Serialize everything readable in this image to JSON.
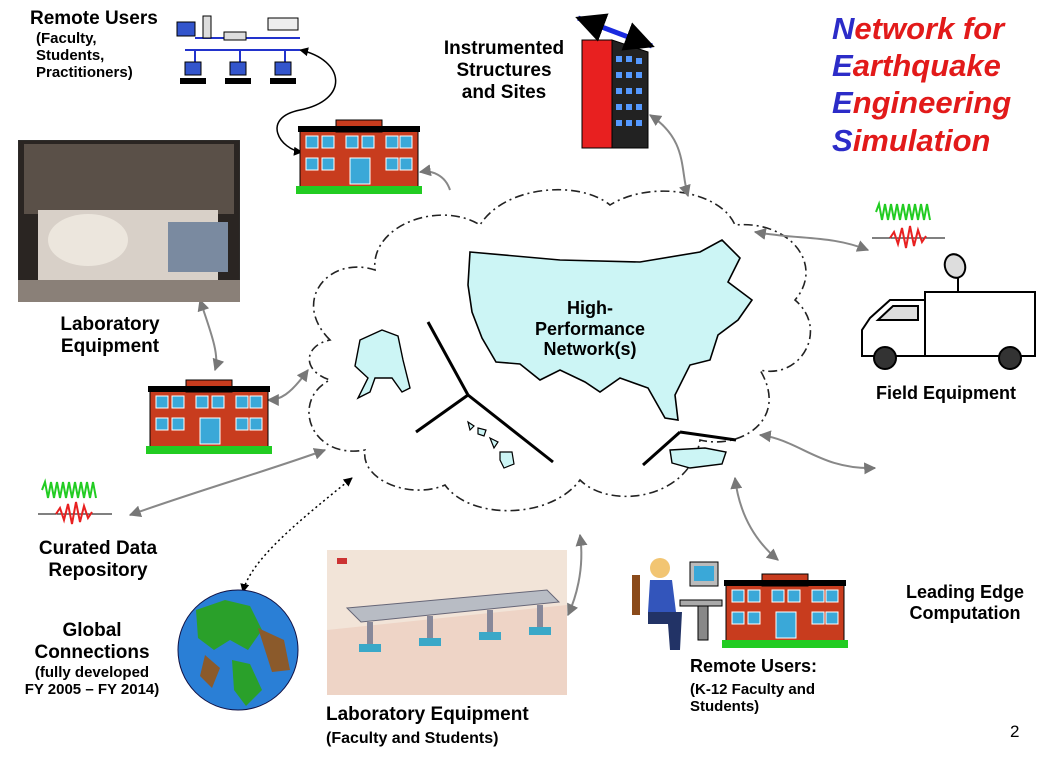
{
  "title": {
    "lines": [
      {
        "initial": "N",
        "rest": "etwork for"
      },
      {
        "initial": "E",
        "rest": "arthquake"
      },
      {
        "initial": "E",
        "rest": "ngineering"
      },
      {
        "initial": "S",
        "rest": "imulation"
      }
    ]
  },
  "labels": {
    "remote_users_top": {
      "line1": "Remote Users",
      "line2": "(Faculty,",
      "line3": "Students,",
      "line4": "Practitioners)"
    },
    "instrumented": {
      "line1": "Instrumented",
      "line2": "Structures",
      "line3": "and Sites"
    },
    "lab_equipment_left": {
      "line1": "Laboratory",
      "line2": "Equipment"
    },
    "network": {
      "line1": "High-",
      "line2": "Performance",
      "line3": "Network(s)"
    },
    "field_equipment": "Field Equipment",
    "curated": {
      "line1": "Curated Data",
      "line2": "Repository"
    },
    "global": {
      "line1": "Global",
      "line2": "Connections",
      "line3": "(fully developed",
      "line4": "FY 2005 – FY 2014)"
    },
    "lab_equipment_bottom": {
      "line1": "Laboratory Equipment",
      "line2": "(Faculty and Students)"
    },
    "remote_users_bottom": {
      "line1": "Remote Users:",
      "line2": "(K-12 Faculty and",
      "line3": "Students)"
    },
    "leading_edge": {
      "line1": "Leading Edge",
      "line2": "Computation"
    },
    "page_number": "2"
  },
  "colors": {
    "title_red": "#e21a1a",
    "title_blue": "#2c2cc8",
    "map_fill": "#ccf5f5",
    "building": "#c83c1e",
    "arrow": "#888888"
  }
}
